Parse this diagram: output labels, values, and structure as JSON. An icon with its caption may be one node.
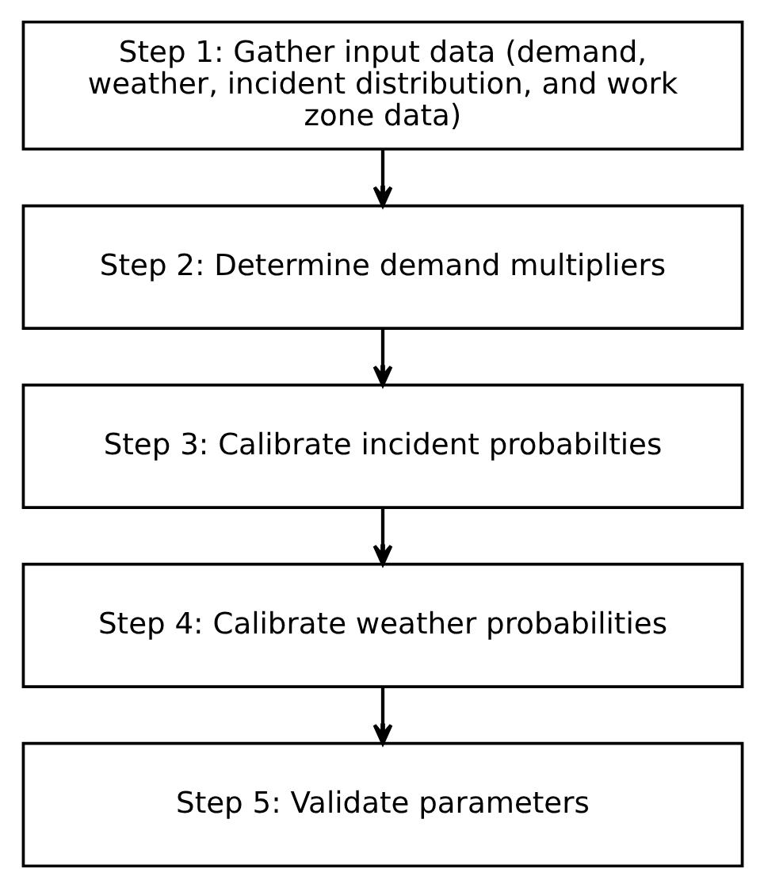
{
  "diagram": {
    "nodes": [
      {
        "text": [
          "Step 1: Gather input data (demand, weather, incident distribution, and work zone data)"
        ]
      },
      {
        "text": [
          "Step 2: Determine demand multipliers"
        ]
      },
      {
        "text": [
          "Step 3: Calibrate incident probabilties"
        ]
      },
      {
        "text": [
          "Step 4: Calibrate weather probabilities"
        ]
      },
      {
        "text": [
          "Step 5: Validate parameters"
        ]
      }
    ],
    "edges": [
      {
        "from": 0,
        "to": 1,
        "arrow": "to"
      },
      {
        "from": 1,
        "to": 2,
        "arrow": "to"
      },
      {
        "from": 2,
        "to": 3,
        "arrow": "to"
      },
      {
        "from": 3,
        "to": 4,
        "arrow": "to"
      }
    ]
  }
}
